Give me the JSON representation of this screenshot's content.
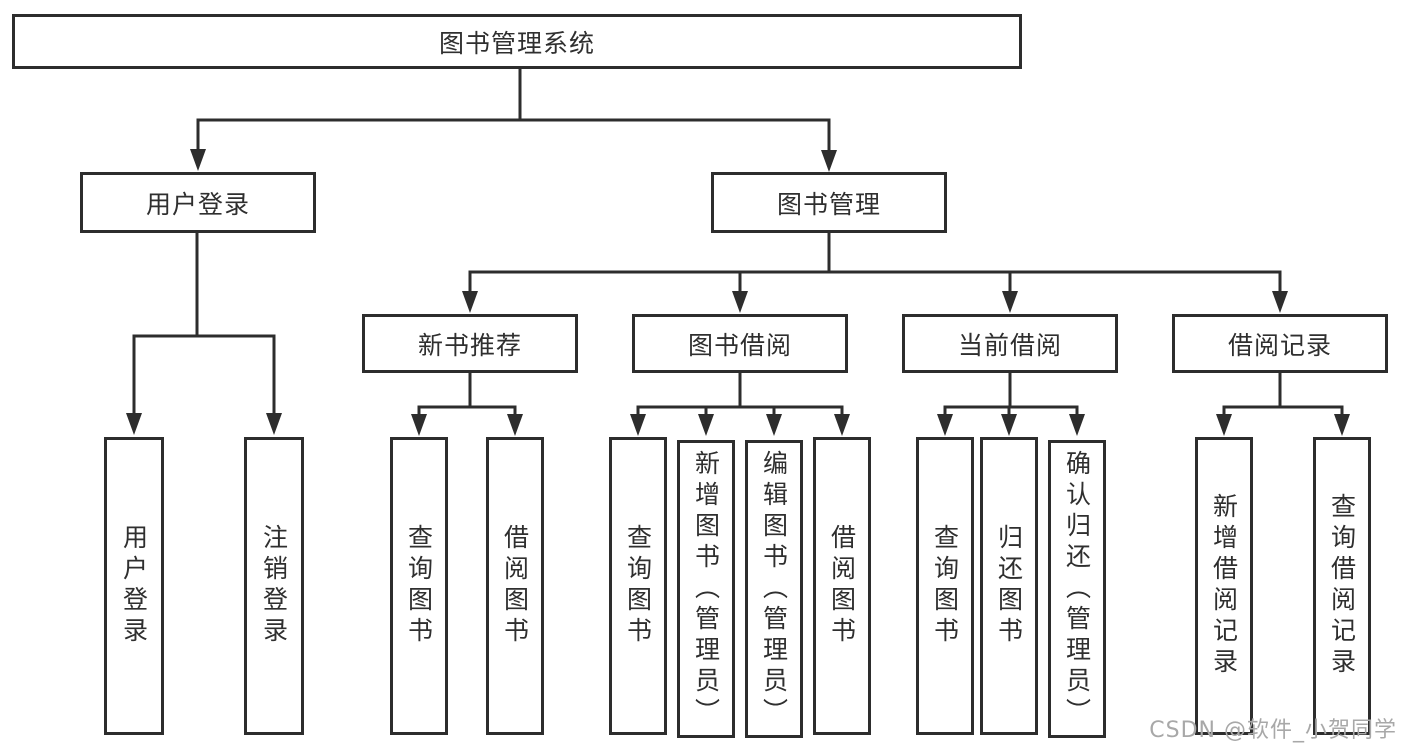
{
  "tree": {
    "root": {
      "label": "图书管理系统",
      "children": [
        {
          "label": "用户登录",
          "children": [
            {
              "label": "用户登录"
            },
            {
              "label": "注销登录"
            }
          ]
        },
        {
          "label": "图书管理",
          "children": [
            {
              "label": "新书推荐",
              "children": [
                {
                  "label": "查询图书"
                },
                {
                  "label": "借阅图书"
                }
              ]
            },
            {
              "label": "图书借阅",
              "children": [
                {
                  "label": "查询图书"
                },
                {
                  "label": "新增图书（管理员）"
                },
                {
                  "label": "编辑图书（管理员）"
                },
                {
                  "label": "借阅图书"
                }
              ]
            },
            {
              "label": "当前借阅",
              "children": [
                {
                  "label": "查询图书"
                },
                {
                  "label": "归还图书"
                },
                {
                  "label": "确认归还（管理员）"
                }
              ]
            },
            {
              "label": "借阅记录",
              "children": [
                {
                  "label": "新增借阅记录"
                },
                {
                  "label": "查询借阅记录"
                }
              ]
            }
          ]
        }
      ]
    }
  },
  "watermark": {
    "text": "CSDN @软件_小贺同学"
  },
  "colors": {
    "line": "#2d2d2d",
    "box_border": "#2d2d2d",
    "text": "#2f2f2f",
    "watermark": "#a8a8a8",
    "background": "#ffffff"
  }
}
